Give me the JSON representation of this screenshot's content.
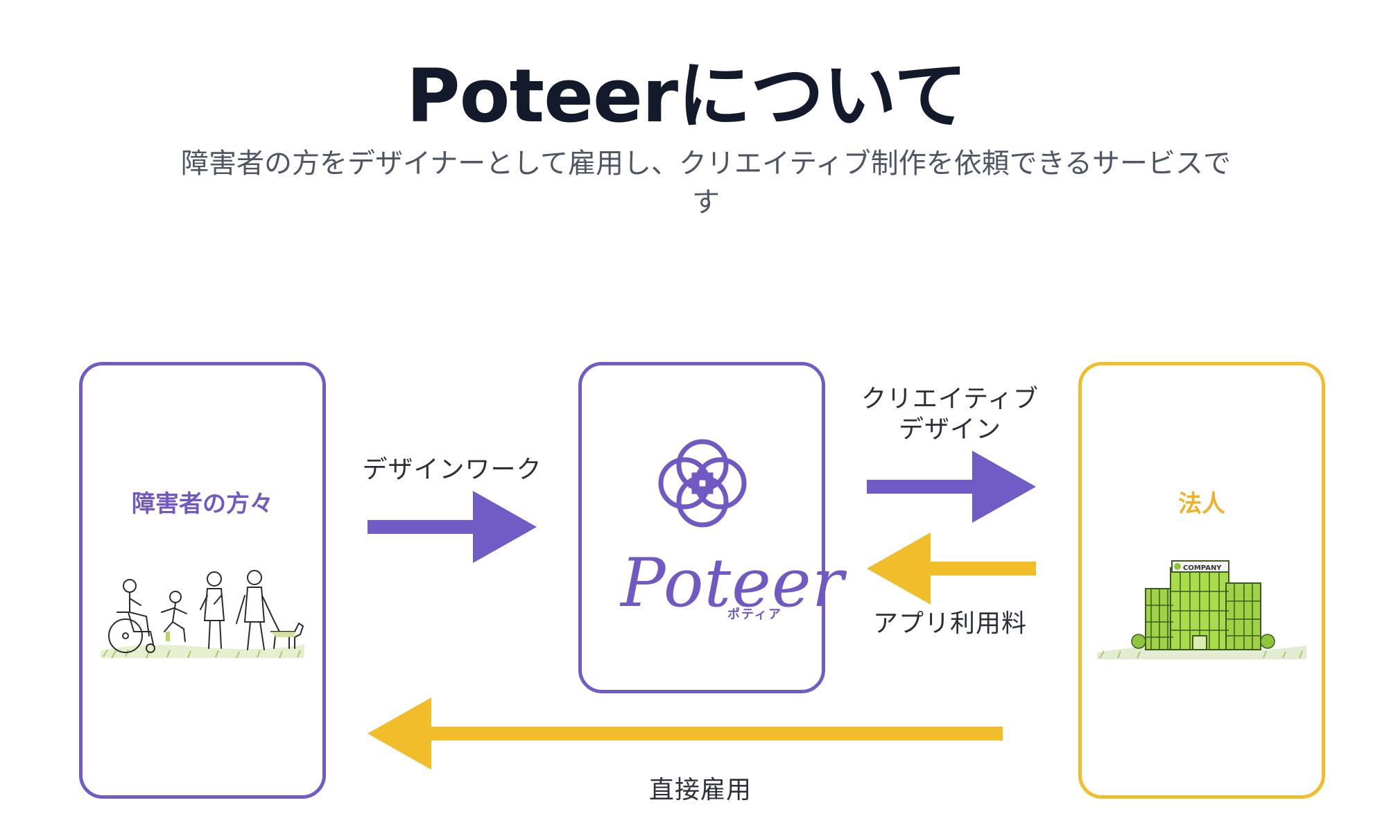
{
  "header": {
    "title": "Poteerについて",
    "subtitle": "障害者の方をデザイナーとして雇用し、クリエイティブ制作を依頼できるサービスです"
  },
  "nodes": {
    "people": {
      "label": "障害者の方々"
    },
    "poteer": {
      "logo_text": "Poteer",
      "logo_kana": "ポティア"
    },
    "company": {
      "label": "法人",
      "sign_text": "COMPANY"
    }
  },
  "flows": {
    "design_work": "デザインワーク",
    "creative_line1": "クリエイティブ",
    "creative_line2": "デザイン",
    "app_fee": "アプリ利用料",
    "direct_hire": "直接雇用"
  },
  "colors": {
    "purple": "#705cc4",
    "yellow": "#f1bd2a",
    "title": "#121a2b",
    "text": "#2b2f38"
  }
}
